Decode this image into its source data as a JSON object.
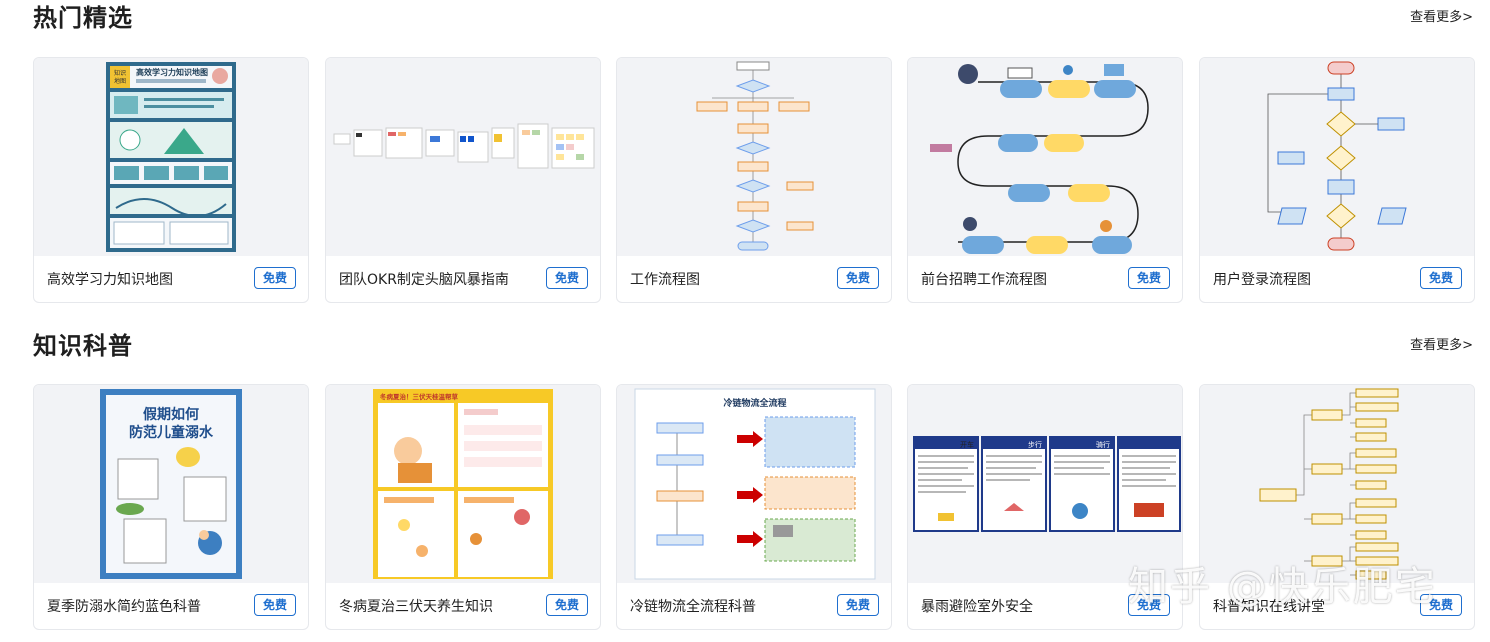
{
  "sections": [
    {
      "title": "热门精选",
      "more": "查看更多>",
      "cards": [
        {
          "name": "高效学习力知识地图",
          "badge": "免费",
          "thumb_text": [
            "高效学习力知识地图",
            "知识",
            "地图"
          ]
        },
        {
          "name": "团队OKR制定头脑风暴指南",
          "badge": "免费"
        },
        {
          "name": "工作流程图",
          "badge": "免费"
        },
        {
          "name": "前台招聘工作流程图",
          "badge": "免费"
        },
        {
          "name": "用户登录流程图",
          "badge": "免费"
        }
      ]
    },
    {
      "title": "知识科普",
      "more": "查看更多>",
      "cards": [
        {
          "name": "夏季防溺水简约蓝色科普",
          "badge": "免费",
          "thumb_text": [
            "假期如何",
            "防范儿童溺水"
          ]
        },
        {
          "name": "冬病夏治三伏天养生知识",
          "badge": "免费",
          "thumb_text": [
            "冬病夏治！三伏天桂温帮草"
          ]
        },
        {
          "name": "冷链物流全流程科普",
          "badge": "免费",
          "thumb_text": [
            "冷链物流全流程"
          ]
        },
        {
          "name": "暴雨避险室外安全",
          "badge": "免费",
          "thumb_text": [
            "开车",
            "步行",
            "骑行"
          ]
        },
        {
          "name": "科普知识在线讲堂",
          "badge": "免费"
        }
      ]
    }
  ],
  "watermark": "知乎 @快乐肥宅",
  "colors": {
    "accent": "#1f6fcf",
    "card_border": "#e6e8ec",
    "thumb_bg": "#f2f3f6"
  }
}
